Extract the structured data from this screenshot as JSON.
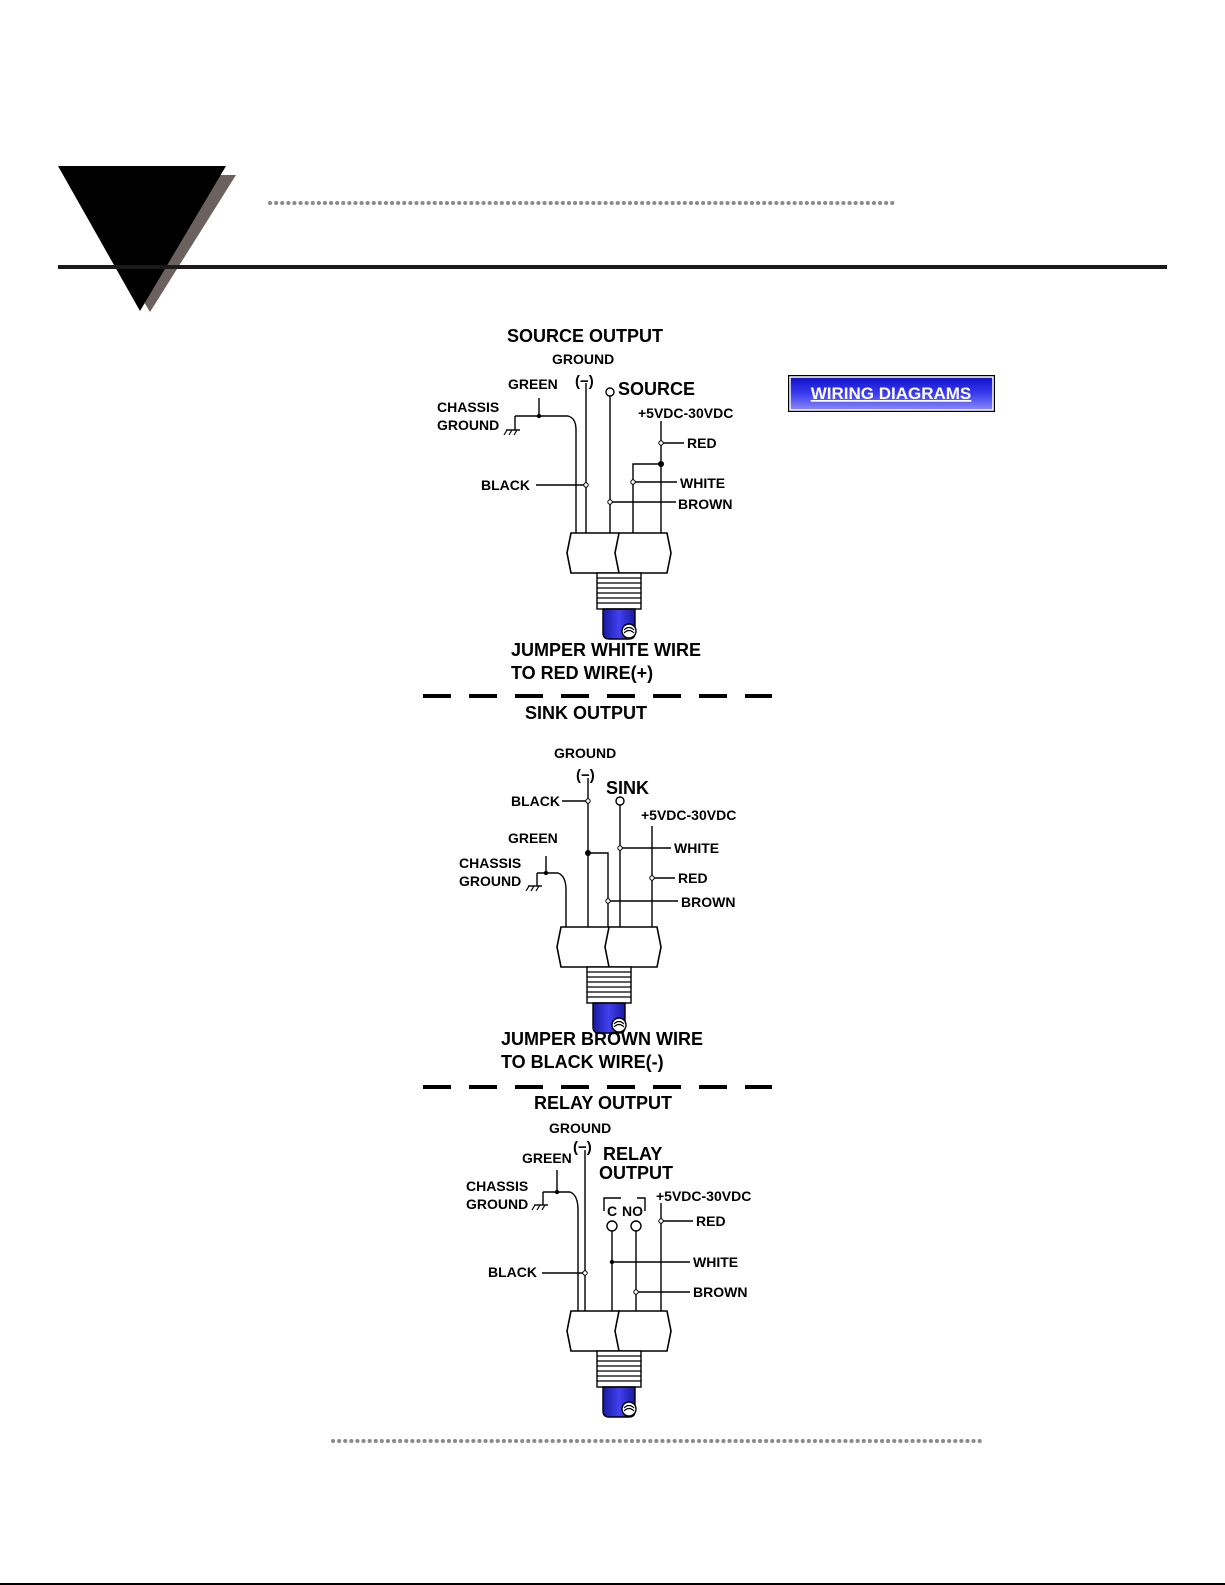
{
  "badge": {
    "label": "WIRING DIAGRAMS"
  },
  "source": {
    "title": "SOURCE OUTPUT",
    "ground": "GROUND",
    "minus": "(−)",
    "green": "GREEN",
    "terminal": "SOURCE",
    "voltage": "+5VDC-30VDC",
    "chassis1": "CHASSIS",
    "chassis2": "GROUND",
    "red": "RED",
    "white": "WHITE",
    "black": "BLACK",
    "brown": "BROWN",
    "note1": "JUMPER WHITE WIRE",
    "note2": "TO RED WIRE(+)"
  },
  "sink": {
    "title": "SINK OUTPUT",
    "ground": "GROUND",
    "minus": "(−)",
    "terminal": "SINK",
    "black": "BLACK",
    "voltage": "+5VDC-30VDC",
    "green": "GREEN",
    "white": "WHITE",
    "chassis1": "CHASSIS",
    "chassis2": "GROUND",
    "red": "RED",
    "brown": "BROWN",
    "note1": "JUMPER BROWN WIRE",
    "note2": "TO BLACK WIRE(-)"
  },
  "relay": {
    "title": "RELAY OUTPUT",
    "ground": "GROUND",
    "minus": "(−)",
    "green": "GREEN",
    "terminal1": "RELAY",
    "terminal2": "OUTPUT",
    "chassis1": "CHASSIS",
    "chassis2": "GROUND",
    "c": "C",
    "no": "NO",
    "voltage": "+5VDC-30VDC",
    "red": "RED",
    "white": "WHITE",
    "black": "BLACK",
    "brown": "BROWN"
  },
  "colors": {
    "cable": "#2d2de0",
    "badge_top": "#1a1ad8",
    "badge_bottom": "#6f6ff5"
  }
}
